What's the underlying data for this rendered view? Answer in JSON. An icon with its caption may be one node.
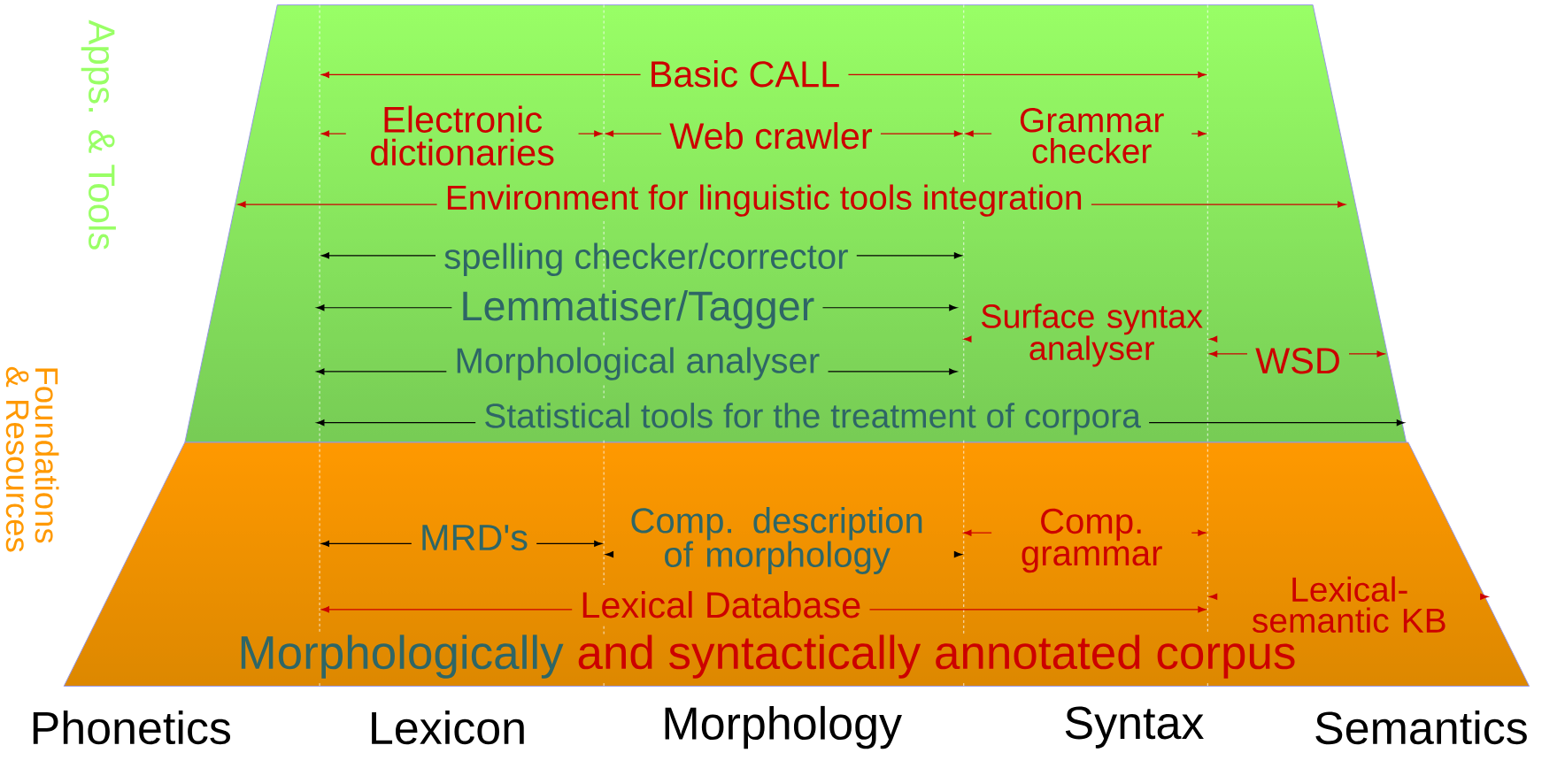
{
  "diagram": {
    "nodes": [
      {
        "text": [
          "Apps. & Tools"
        ]
      },
      {
        "text": [
          "Foundations & Resources"
        ]
      },
      {
        "text": [
          "Basic CALL"
        ],
        "in": 0
      },
      {
        "text": [
          "Electronic dictionaries"
        ],
        "in": 0
      },
      {
        "text": [
          "Web crawler"
        ],
        "in": 0
      },
      {
        "text": [
          "Grammar checker"
        ],
        "in": 0
      },
      {
        "text": [
          "Environment for linguistic tools integration"
        ],
        "in": 0
      },
      {
        "text": [
          "spelling checker/corrector"
        ],
        "in": 0
      },
      {
        "text": [
          "Lemmatiser/Tagger"
        ],
        "in": 0
      },
      {
        "text": [
          "Morphological analyser"
        ],
        "in": 0
      },
      {
        "text": [
          "Surface syntax analyser"
        ],
        "in": 0
      },
      {
        "text": [
          "WSD"
        ],
        "in": 0
      },
      {
        "text": [
          "Statistical tools for the treatment of corpora"
        ],
        "in": 0
      },
      {
        "text": [
          "MRD's"
        ],
        "in": 1
      },
      {
        "text": [
          "Comp. description of morphology"
        ],
        "in": 1
      },
      {
        "text": [
          "Comp. grammar"
        ],
        "in": 1
      },
      {
        "text": [
          "Lexical Database"
        ],
        "in": 1
      },
      {
        "text": [
          "Lexical-semantic KB"
        ],
        "in": 1
      },
      {
        "text": [
          "Morphologically",
          "and syntactically annotated corpus"
        ],
        "in": 1
      }
    ],
    "labels": [
      "Phonetics",
      "Lexicon",
      "Morphology",
      "Syntax",
      "Semantics"
    ]
  }
}
